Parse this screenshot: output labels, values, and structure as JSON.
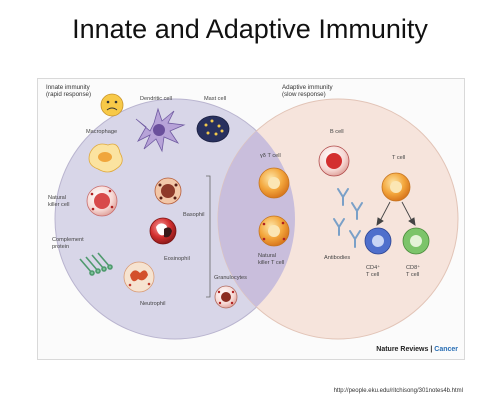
{
  "slide": {
    "title": "Innate and Adaptive Immunity",
    "source_url": "http://people.eku.edu/ritchisong/301notes4b.html"
  },
  "figure": {
    "innate": {
      "heading": "Innate immunity",
      "subheading": "(rapid response)"
    },
    "adaptive": {
      "heading": "Adaptive immunity",
      "subheading": "(slow response)"
    },
    "cells": {
      "dendritic": "Dendritic cell",
      "mast": "Mast cell",
      "macrophage": "Macrophage",
      "nk_line1": "Natural",
      "nk_line2": "killer cell",
      "complement_line1": "Complement",
      "complement_line2": "protein",
      "basophil": "Basophil",
      "eosinophil": "Eosinophil",
      "neutrophil": "Neutrophil",
      "granulocytes": "Granulocytes",
      "gd_tcell": "γδ T cell",
      "nkt_line1": "Natural",
      "nkt_line2": "killer T cell",
      "bcell": "B cell",
      "antibodies": "Antibodies",
      "tcell": "T cell",
      "cd4_line1": "CD4⁺",
      "cd4_line2": "T cell",
      "cd8_line1": "CD8⁺",
      "cd8_line2": "T cell"
    },
    "credit": {
      "brand": "Nature Reviews",
      "separator": " | ",
      "journal": "Cancer"
    },
    "colors": {
      "innate_fill": "#d8d6e8",
      "adaptive_fill": "#f6e4dc",
      "overlap_fill": "#c9bedc",
      "journal_accent": "#2a6fb5"
    }
  }
}
